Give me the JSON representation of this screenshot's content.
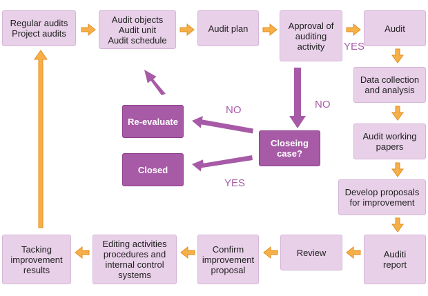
{
  "colors": {
    "light_box": "#e8d0e8",
    "dark_box": "#a75aa6",
    "orange_arrow": "#f6b04a",
    "purple_arrow": "#a75aa6",
    "label_text": "#a75aa6"
  },
  "nodes": {
    "regular": "Regular audits\nProject audits",
    "objects": "Audit objects\nAudit unit\nAudit schedule",
    "plan": "Audit plan",
    "approval": "Approval of\nauditing\nactivity",
    "audit": "Audit",
    "data": "Data collection\nand analysis",
    "working": "Audit working\npapers",
    "proposals": "Develop proposals\nfor improvement",
    "report": "Auditi\nreport",
    "review": "Review",
    "confirm": "Confirm\nimprovement\nproposal",
    "editing": "Editing activities\nprocedures and\ninternal control\nsystems",
    "tacking": "Tacking\nimprovement\nresults",
    "reevaluate": "Re-evaluate",
    "closed": "Closed",
    "closing": "Closeing\ncase?"
  },
  "labels": {
    "yes_approval": "YES",
    "no_approval": "NO",
    "no_closing": "NO",
    "yes_closing": "YES"
  }
}
